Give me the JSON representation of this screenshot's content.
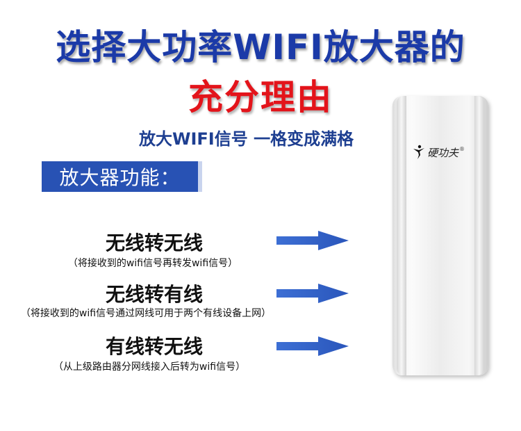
{
  "headline": {
    "line1": "选择大功率WIFI放大器的",
    "line2": "充分理由"
  },
  "subtitle": "放大WIFI信号 一格变成满格",
  "section_label": "放大器功能：",
  "features": [
    {
      "title": "无线转无线",
      "desc": "（将接收到的wifi信号再转发wifi信号）"
    },
    {
      "title": "无线转有线",
      "desc": "（将接收到的wifi信号通过网线可用于两个有线设备上网）"
    },
    {
      "title": "有线转无线",
      "desc": "（从上级路由器分网线接入后转为wifi信号）"
    }
  ],
  "device": {
    "brand": "硬功夫",
    "registered_mark": "®",
    "logo_icon": "kung-fu-figure-icon"
  },
  "colors": {
    "headline_blue": "#1b3aa8",
    "headline_red": "#e3141b",
    "label_bg": "#2852b4",
    "arrow_blue": "#2f5fc8"
  }
}
